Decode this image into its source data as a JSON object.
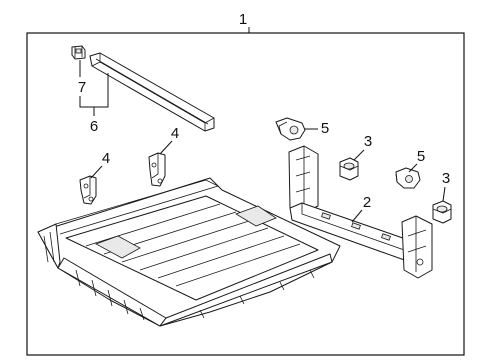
{
  "callouts": {
    "c1": "1",
    "c2": "2",
    "c3a": "3",
    "c3b": "3",
    "c4a": "4",
    "c4b": "4",
    "c5a": "5",
    "c5b": "5",
    "c6": "6",
    "c7": "7"
  }
}
